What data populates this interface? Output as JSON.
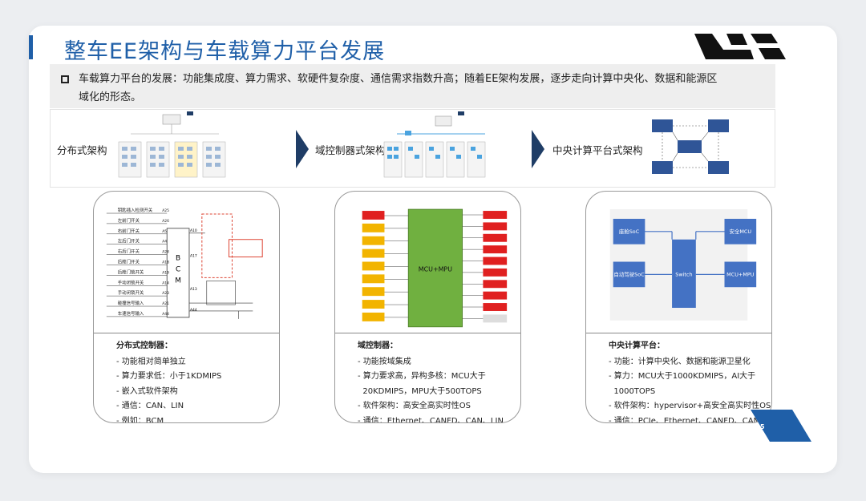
{
  "title": "整车EE架构与车载算力平台发展",
  "intro": {
    "line1": "车载算力平台的发展：功能集成度、算力需求、软硬件复杂度、通信需求指数升高；随着EE架构发展，逐步走向计算中央化、数据和能源区",
    "line2": "域化的形态。"
  },
  "architectures": {
    "distributed": "分布式架构",
    "domain": "域控制器式架构",
    "central": "中央计算平台式架构"
  },
  "cards": [
    {
      "heading": "分布式控制器：",
      "bullets": [
        "- 功能相对简单独立",
        "- 算力要求低：小于1KDMIPS",
        "- 嵌入式软件架构",
        "- 通信：CAN、LIN",
        "- 例如：BCM"
      ],
      "diagram": {
        "inputs": [
          "钥匙插入检测开关",
          "左前门开关",
          "右前门开关",
          "左后门开关",
          "右后门开关",
          "后舱门开关",
          "后舱门锁开关",
          "手动闭锁开关",
          "手动闭锁开关",
          "碰撞信号输入",
          "车速信号输入"
        ],
        "pins": [
          "A25",
          "A26",
          "A5",
          "A4",
          "A24",
          "A18",
          "A19",
          "A14",
          "A23",
          "A21",
          "A44"
        ],
        "out_pins": [
          "A10",
          "A17",
          "A13",
          "A44"
        ],
        "bcm_letters": [
          "B",
          "C",
          "M"
        ]
      }
    },
    {
      "heading": "域控制器：",
      "bullets": [
        "- 功能按域集成",
        "- 算力要求高，异构多核：MCU大于",
        "  20KDMIPS，MPU大于500TOPS",
        "- 软件架构：高安全高实时性OS",
        "- 通信：Ethernet、CANFD、CAN、LIN"
      ],
      "diagram": {
        "center": "MCU+MPU"
      }
    },
    {
      "heading": "中央计算平台：",
      "bullets": [
        "- 功能：计算中央化、数据和能源卫星化",
        "- 算力：MCU大于1000KDMIPS，AI大于",
        "  1000TOPS",
        "- 软件架构：hypervisor+高安全高实时性OS",
        "- 通信：PCIe、Ethernet、CANFD、CAN、LIN"
      ],
      "diagram": {
        "blocks": [
          "座舱SoC",
          "安全MCU",
          "自动驾驶SoC",
          "MCU+MPU",
          "Switch"
        ]
      }
    }
  ],
  "page_number": "5",
  "colors": {
    "accent": "#1f5fa8",
    "dark_navy": "#1f3d66",
    "block_blue": "#4472c4",
    "mcu_green": "#70b040",
    "red": "#e02020",
    "yellow": "#f2b400"
  }
}
